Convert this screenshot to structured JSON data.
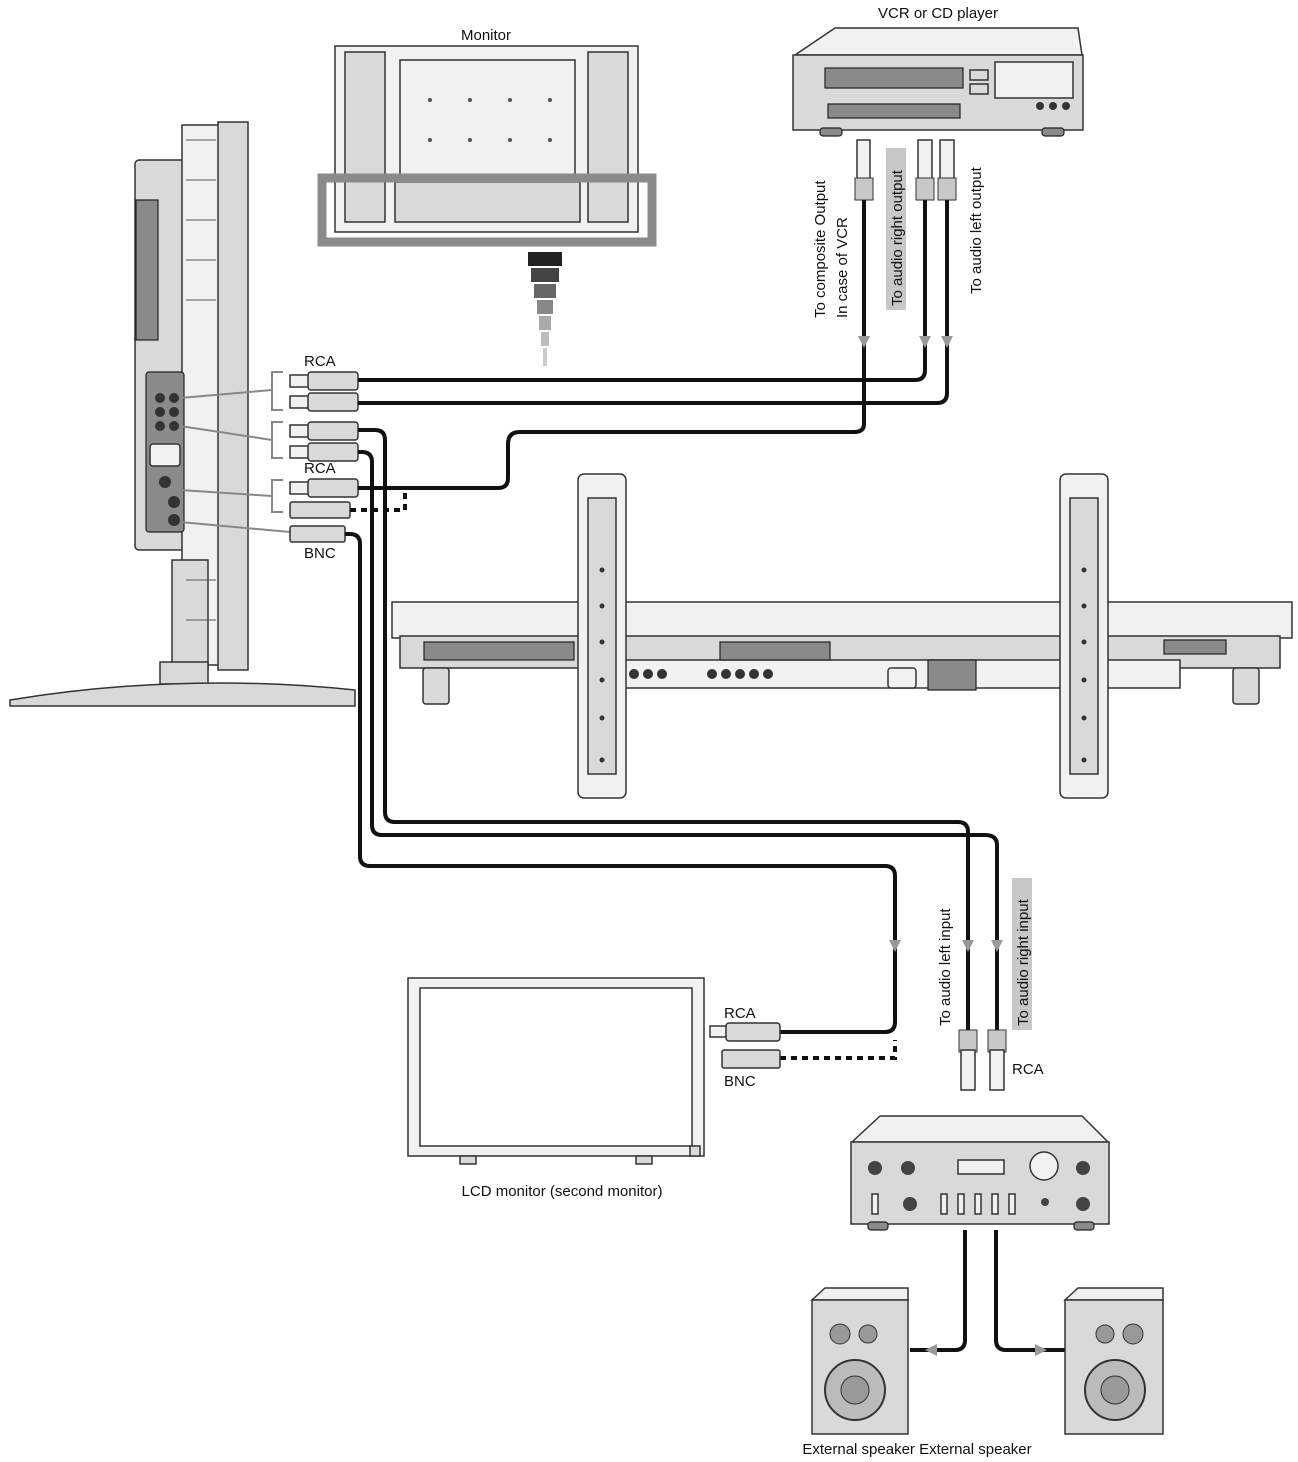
{
  "labels": {
    "monitor": "Monitor",
    "vcr": "VCR or CD player",
    "composite_line1": "To composite Output",
    "composite_line2": "In case of VCR",
    "audio_right_output": "To audio right output",
    "audio_left_output": "To audio left output",
    "rca_top": "RCA",
    "rca_mid": "RCA",
    "bnc_left": "BNC",
    "audio_left_input": "To audio left input",
    "audio_right_input": "To audio right input",
    "rca_lcd": "RCA",
    "bnc_lcd": "BNC",
    "rca_amp": "RCA",
    "lcd_monitor": "LCD monitor (second monitor)",
    "external_speakers": "External speaker External speaker"
  },
  "colors": {
    "cable": "#111111",
    "device_fill": "#d9d9d9",
    "highlight": "#c8c8c8"
  }
}
